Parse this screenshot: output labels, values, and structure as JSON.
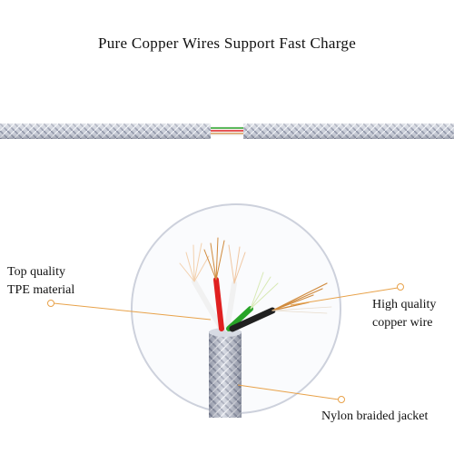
{
  "headline": "Pure Copper Wires Support Fast Charge",
  "callouts": {
    "tpe": {
      "line1": "Top quality",
      "line2": "TPE material"
    },
    "copper": {
      "line1": "High quality",
      "line2": "copper wire"
    },
    "nylon": {
      "line1": "Nylon braided jacket"
    }
  },
  "colors": {
    "callout_line": "#e8a24a",
    "braid_light": "#d9dde6",
    "braid_dark": "#8d93a6",
    "wire_red": "#e02020",
    "wire_white": "#f2f2f2",
    "wire_green": "#28a428",
    "wire_black": "#202020",
    "copper": "#d08a3c"
  }
}
